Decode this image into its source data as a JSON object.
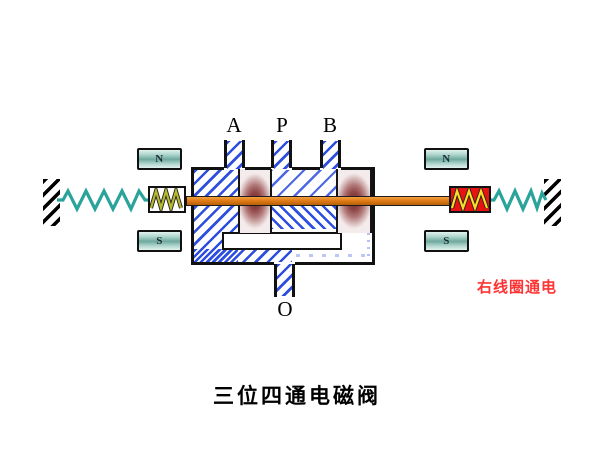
{
  "diagram": {
    "title": "三位四通电磁阀",
    "status": "右线圈通电",
    "ports": {
      "a": "A",
      "p": "P",
      "b": "B",
      "o": "O"
    },
    "magnets": {
      "left_top": "N",
      "left_bottom": "S",
      "right_top": "N",
      "right_bottom": "S"
    }
  },
  "colors": {
    "hatch_blue": "#2e4ee0",
    "rod_orange": "#e07c18",
    "piston_dark": "#6e2e2e",
    "piston_light": "#f4ecec",
    "spring_teal": "#2aa39b",
    "coil_yellow": "#b9b92e",
    "coil_yellow_bright": "#ffdd22",
    "coil_energized_red": "#e81212",
    "magnet_teal": "#6ea89e",
    "magnet_teal_light": "#e2f2ee",
    "status_red": "#ff3333"
  }
}
